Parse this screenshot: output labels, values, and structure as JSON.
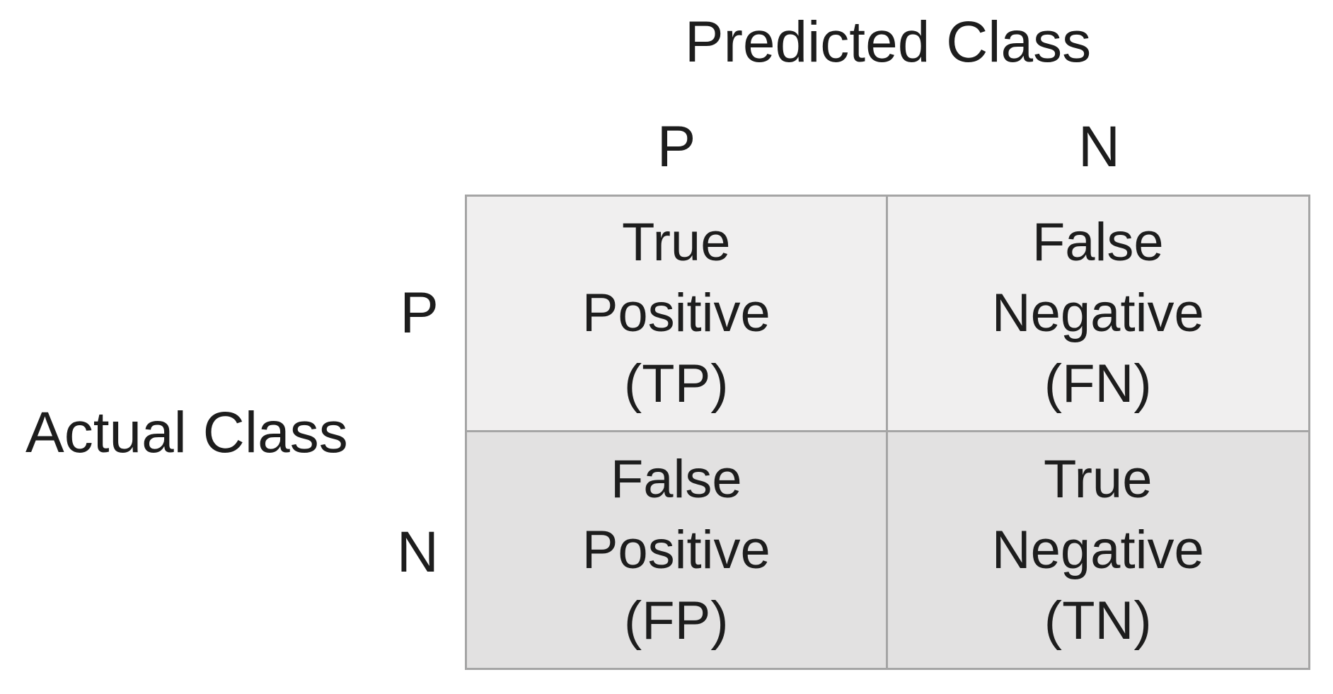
{
  "title": "Predicted Class",
  "column_axis_label": "Predicted Class",
  "row_axis_label": "Actual Class",
  "column_headers": [
    "P",
    "N"
  ],
  "row_headers": [
    "P",
    "N"
  ],
  "cells": [
    {
      "id": "true-positive",
      "lines": [
        "True",
        "Positive",
        "(TP)"
      ],
      "abbr": "TP"
    },
    {
      "id": "false-negative",
      "lines": [
        "False",
        "Negative",
        "(FN)"
      ],
      "abbr": "FN"
    },
    {
      "id": "false-positive",
      "lines": [
        "False",
        "Positive",
        "(FP)"
      ],
      "abbr": "FP"
    },
    {
      "id": "true-negative",
      "lines": [
        "True",
        "Negative",
        "(TN)"
      ],
      "abbr": "TN"
    }
  ],
  "colors": {
    "bg": "#ffffff",
    "text": "#1d1d1d",
    "border": "#a5a5a5",
    "cell_light": "#f0efef",
    "cell_dark": "#e2e1e1"
  }
}
